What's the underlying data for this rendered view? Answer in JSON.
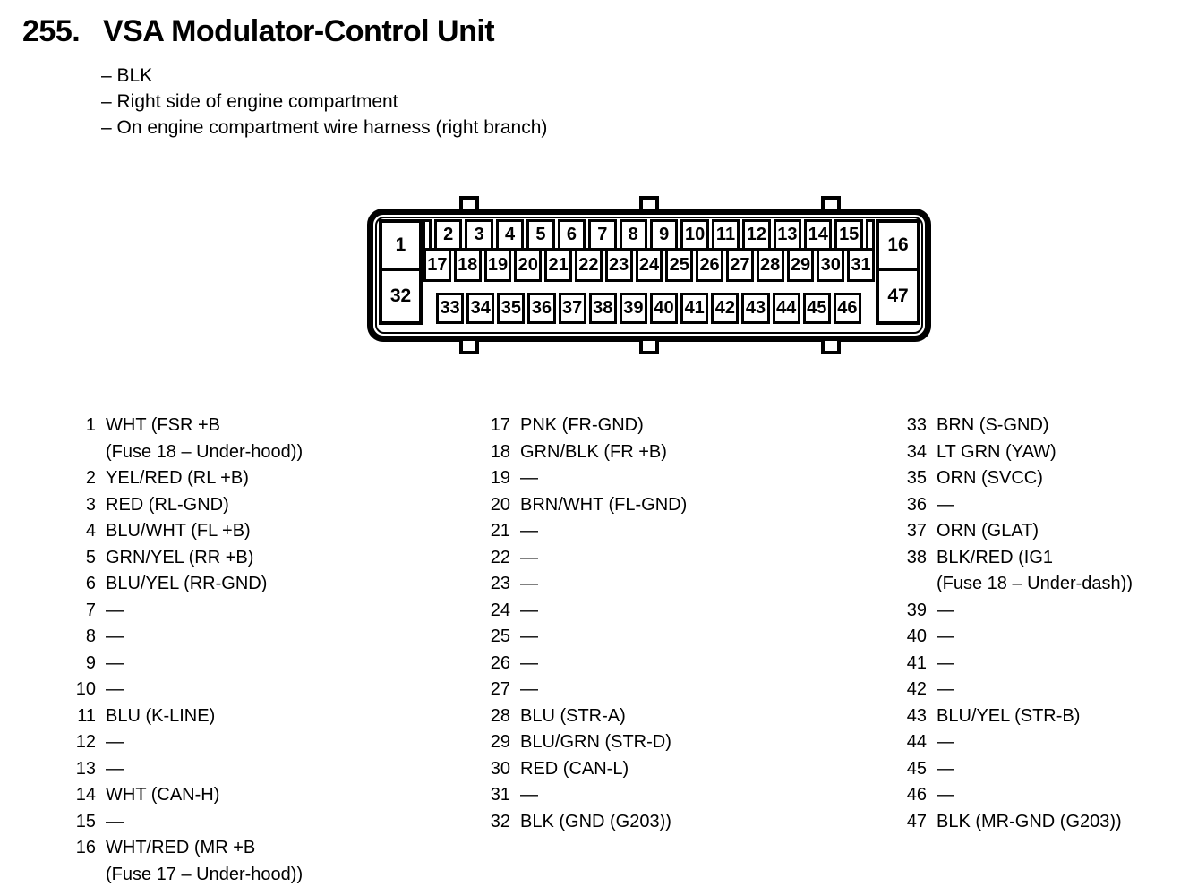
{
  "title": {
    "number": "255.",
    "text": "VSA Modulator-Control Unit"
  },
  "notes": [
    "– BLK",
    "– Right side of engine compartment",
    "– On engine compartment wire harness (right branch)"
  ],
  "connector": {
    "corner_pins": {
      "top_left": "1",
      "bottom_left": "32",
      "top_right": "16",
      "bottom_right": "47"
    },
    "row1": [
      "2",
      "3",
      "4",
      "5",
      "6",
      "7",
      "8",
      "9",
      "10",
      "11",
      "12",
      "13",
      "14",
      "15"
    ],
    "row2": [
      "17",
      "18",
      "19",
      "20",
      "21",
      "22",
      "23",
      "24",
      "25",
      "26",
      "27",
      "28",
      "29",
      "30",
      "31"
    ],
    "row3": [
      "33",
      "34",
      "35",
      "36",
      "37",
      "38",
      "39",
      "40",
      "41",
      "42",
      "43",
      "44",
      "45",
      "46"
    ]
  },
  "pin_table": {
    "columns": [
      {
        "pins": [
          {
            "num": "1",
            "label": "WHT (FSR +B\n(Fuse 18 – Under-hood))"
          },
          {
            "num": "2",
            "label": "YEL/RED (RL +B)"
          },
          {
            "num": "3",
            "label": "RED (RL-GND)"
          },
          {
            "num": "4",
            "label": "BLU/WHT (FL +B)"
          },
          {
            "num": "5",
            "label": "GRN/YEL (RR +B)"
          },
          {
            "num": "6",
            "label": "BLU/YEL (RR-GND)"
          },
          {
            "num": "7",
            "label": "—"
          },
          {
            "num": "8",
            "label": "—"
          },
          {
            "num": "9",
            "label": "—"
          },
          {
            "num": "10",
            "label": "—"
          },
          {
            "num": "11",
            "label": "BLU (K-LINE)"
          },
          {
            "num": "12",
            "label": "—"
          },
          {
            "num": "13",
            "label": "—"
          },
          {
            "num": "14",
            "label": "WHT (CAN-H)"
          },
          {
            "num": "15",
            "label": "—"
          },
          {
            "num": "16",
            "label": "WHT/RED (MR +B\n(Fuse 17 – Under-hood))"
          }
        ]
      },
      {
        "pins": [
          {
            "num": "17",
            "label": "PNK (FR-GND)"
          },
          {
            "num": "18",
            "label": "GRN/BLK (FR +B)"
          },
          {
            "num": "19",
            "label": "—"
          },
          {
            "num": "20",
            "label": "BRN/WHT (FL-GND)"
          },
          {
            "num": "21",
            "label": "—"
          },
          {
            "num": "22",
            "label": "—"
          },
          {
            "num": "23",
            "label": "—"
          },
          {
            "num": "24",
            "label": "—"
          },
          {
            "num": "25",
            "label": "—"
          },
          {
            "num": "26",
            "label": "—"
          },
          {
            "num": "27",
            "label": "—"
          },
          {
            "num": "28",
            "label": "BLU (STR-A)"
          },
          {
            "num": "29",
            "label": "BLU/GRN (STR-D)"
          },
          {
            "num": "30",
            "label": "RED (CAN-L)"
          },
          {
            "num": "31",
            "label": "—"
          },
          {
            "num": "32",
            "label": "BLK (GND (G203))"
          }
        ]
      },
      {
        "pins": [
          {
            "num": "33",
            "label": "BRN (S-GND)"
          },
          {
            "num": "34",
            "label": "LT GRN (YAW)"
          },
          {
            "num": "35",
            "label": "ORN (SVCC)"
          },
          {
            "num": "36",
            "label": "—"
          },
          {
            "num": "37",
            "label": "ORN (GLAT)"
          },
          {
            "num": "38",
            "label": "BLK/RED (IG1\n(Fuse 18 – Under-dash))"
          },
          {
            "num": "39",
            "label": "—"
          },
          {
            "num": "40",
            "label": "—"
          },
          {
            "num": "41",
            "label": "—"
          },
          {
            "num": "42",
            "label": "—"
          },
          {
            "num": "43",
            "label": "BLU/YEL (STR-B)"
          },
          {
            "num": "44",
            "label": "—"
          },
          {
            "num": "45",
            "label": "—"
          },
          {
            "num": "46",
            "label": "—"
          },
          {
            "num": "47",
            "label": "BLK (MR-GND (G203))"
          }
        ]
      }
    ]
  },
  "colors": {
    "ink": "#000000",
    "paper": "#ffffff"
  }
}
